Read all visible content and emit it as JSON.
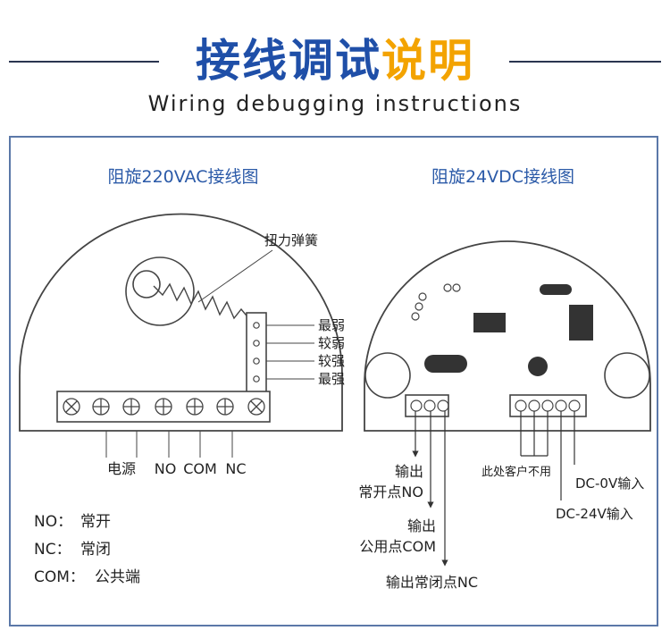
{
  "header": {
    "title_part1": "接线调试",
    "title_part2": "说明",
    "subtitle": "Wiring debugging instructions"
  },
  "colors": {
    "title_blue": "#1f4fa8",
    "title_orange": "#f3a300",
    "panel_border": "#5b78a8",
    "section_title": "#2b5aa8"
  },
  "ac_diagram": {
    "title": "阻旋220VAC接线图",
    "spring_label": "扭力弹簧",
    "levels": [
      "最弱",
      "较弱",
      "较强",
      "最强"
    ],
    "terminal_labels": [
      "电源",
      "NO",
      "COM",
      "NC"
    ],
    "legend": [
      {
        "key": "NO：",
        "value": "常开"
      },
      {
        "key": "NC：",
        "value": "常闭"
      },
      {
        "key": "COM：",
        "value": "公共端"
      }
    ]
  },
  "dc_diagram": {
    "title": "阻旋24VDC接线图",
    "out_no_line1": "输出",
    "out_no_line2": "常开点NO",
    "out_com_line1": "输出",
    "out_com_line2": "公用点COM",
    "out_nc": "输出常闭点NC",
    "unused_label": "此处客户不用",
    "dc_0v": "DC-0V输入",
    "dc_24v": "DC-24V输入"
  }
}
